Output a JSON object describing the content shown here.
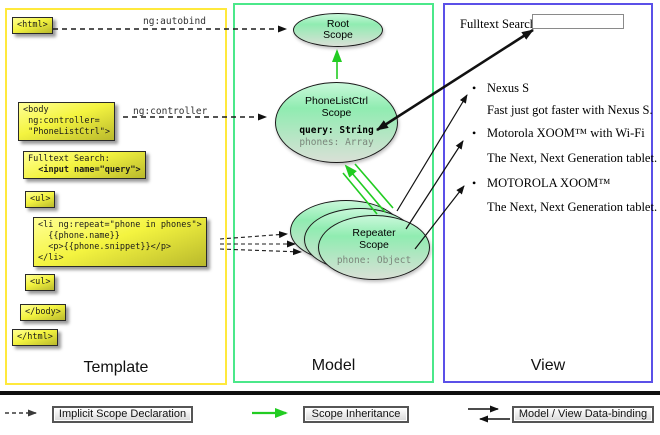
{
  "template_panel": {
    "label": "Template",
    "notes": {
      "html_open": "<html>",
      "body_open": "<body\n ng:controller=\n \"PhoneListCtrl\">",
      "fulltext_label": "Fulltext Search:",
      "fulltext_input": "  <input name=\"query\">",
      "ul_open": "<ul>",
      "li_repeat": "<li ng:repeat=\"phone in phones\">\n  {{phone.name}}\n  <p>{{phone.snippet}}</p>\n</li>",
      "ul_close": "<ul>",
      "body_close": "</body>",
      "html_close": "</html>"
    }
  },
  "directives": {
    "autobind": "ng:autobind",
    "controller": "ng:controller",
    "repeat": "ng:repeat"
  },
  "model_panel": {
    "label": "Model",
    "root_scope": {
      "title": "Root\nScope"
    },
    "phonelist_scope": {
      "title": "PhoneListCtrl\nScope",
      "prop_query": "query: String",
      "prop_phones": "phones: Array"
    },
    "repeater_scope": {
      "title": "Repeater\nScope",
      "prop_phone": "phone: Object"
    }
  },
  "view_panel": {
    "label": "View",
    "search_label": "Fulltext Search:",
    "search_value": "",
    "bullet_glyph": "•",
    "items": [
      {
        "name": "Nexus S",
        "desc": "Fast just got faster with Nexus S."
      },
      {
        "name": "Motorola XOOM™ with Wi-Fi",
        "desc": "The Next, Next Generation tablet."
      },
      {
        "name": "MOTOROLA XOOM™",
        "desc": "The Next, Next Generation tablet."
      }
    ]
  },
  "legend": {
    "implicit": "Implicit Scope Declaration",
    "inheritance": "Scope Inheritance",
    "databinding": "Model / View Data-binding"
  },
  "colors": {
    "template_border": "#ffe93c",
    "model_border": "#4be88a",
    "view_border": "#5b50e8",
    "note_yellow": "#f4f440",
    "scope_green": "#90ecb1",
    "inheritance_green": "#22cc22"
  }
}
